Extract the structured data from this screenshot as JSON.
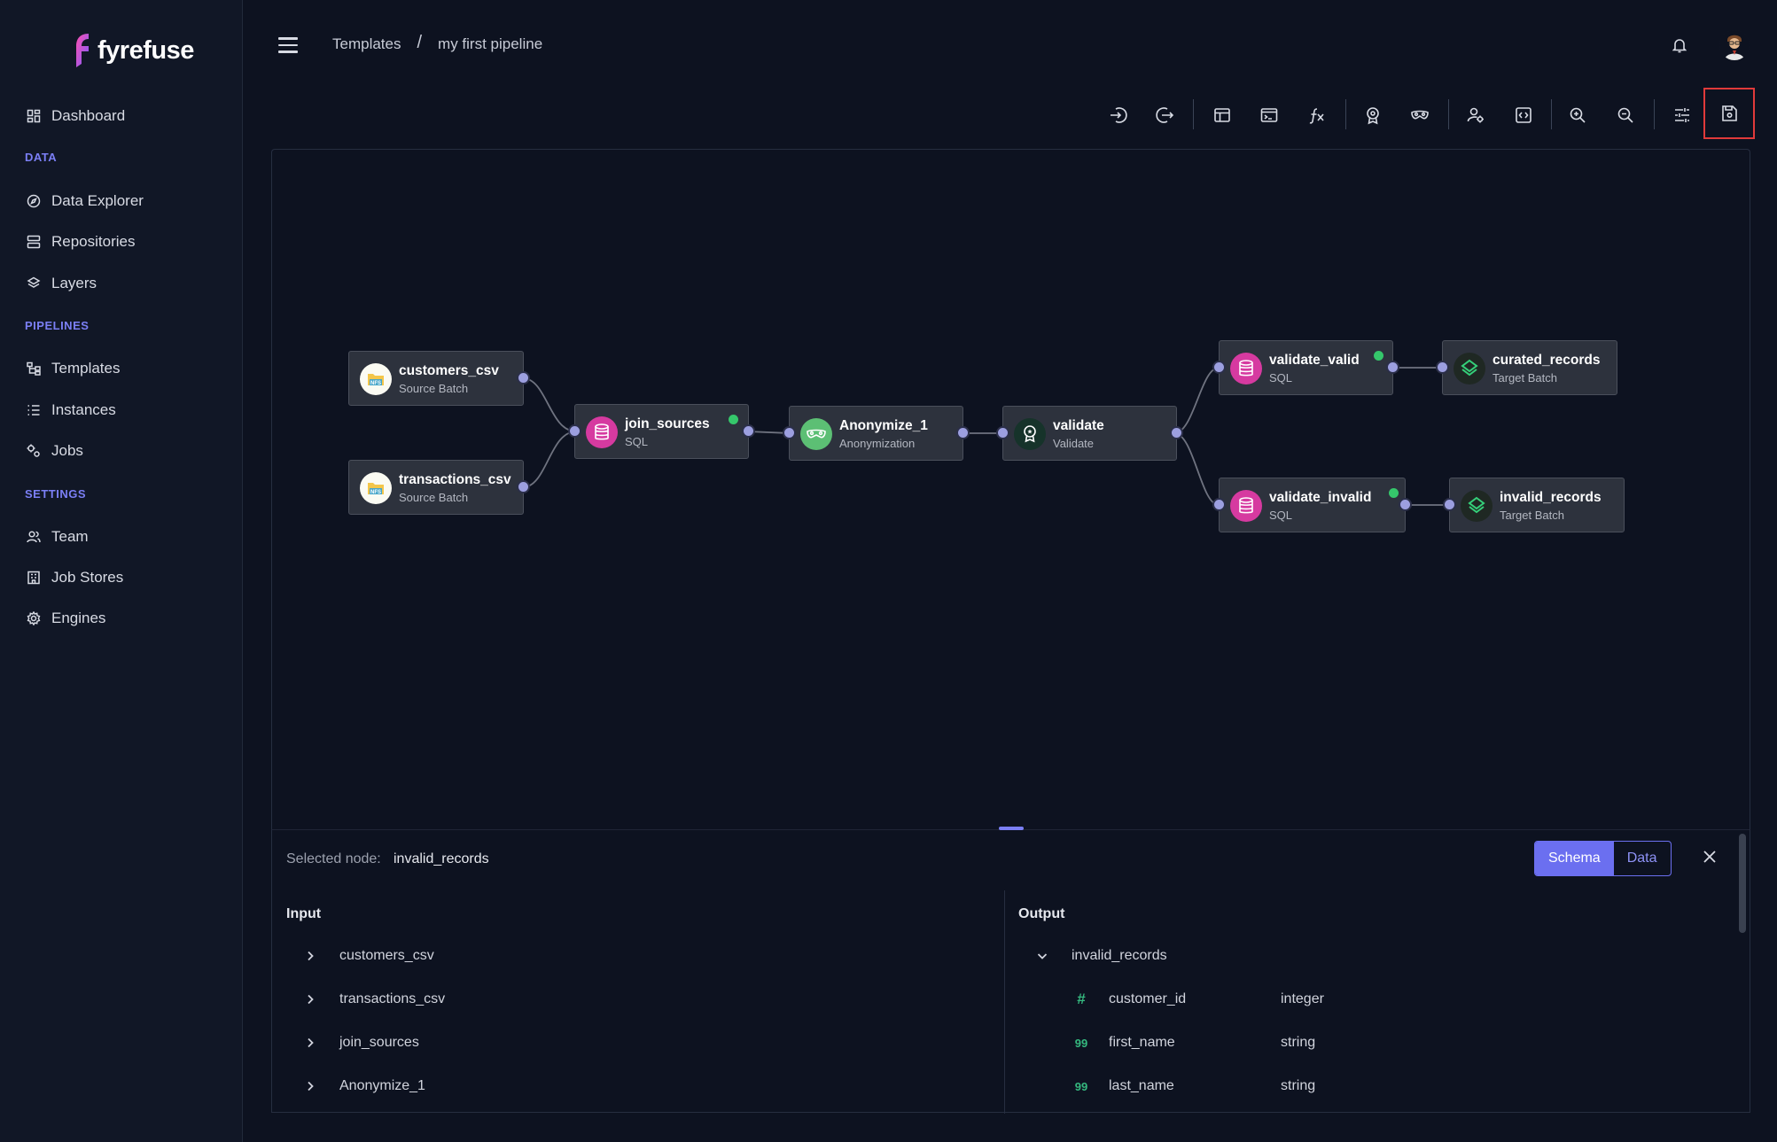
{
  "app": {
    "logo_text": "fyrefuse"
  },
  "sidebar": {
    "items": [
      {
        "label": "Dashboard"
      },
      {
        "label": "Data Explorer"
      },
      {
        "label": "Repositories"
      },
      {
        "label": "Layers"
      },
      {
        "label": "Templates"
      },
      {
        "label": "Instances"
      },
      {
        "label": "Jobs"
      },
      {
        "label": "Team"
      },
      {
        "label": "Job Stores"
      },
      {
        "label": "Engines"
      }
    ],
    "sections": {
      "data": "DATA",
      "pipelines": "PIPELINES",
      "settings": "SETTINGS"
    }
  },
  "header": {
    "breadcrumb": {
      "root": "Templates",
      "sep": "/",
      "current": "my first pipeline"
    }
  },
  "toolbar": {
    "icons": [
      "import-icon",
      "export-icon",
      "table-icon",
      "terminal-icon",
      "function-icon",
      "badge-icon",
      "mask-icon",
      "user-settings-icon",
      "code-icon",
      "zoom-in-icon",
      "zoom-out-icon",
      "sliders-icon",
      "save-icon"
    ]
  },
  "pipeline": {
    "nodes": [
      {
        "id": "customers_csv",
        "title": "customers_csv",
        "subtitle": "Source Batch"
      },
      {
        "id": "transactions_csv",
        "title": "transactions_csv",
        "subtitle": "Source Batch"
      },
      {
        "id": "join_sources",
        "title": "join_sources",
        "subtitle": "SQL"
      },
      {
        "id": "anonymize_1",
        "title": "Anonymize_1",
        "subtitle": "Anonymization"
      },
      {
        "id": "validate",
        "title": "validate",
        "subtitle": "Validate"
      },
      {
        "id": "validate_valid",
        "title": "validate_valid",
        "subtitle": "SQL"
      },
      {
        "id": "validate_invalid",
        "title": "validate_invalid",
        "subtitle": "SQL"
      },
      {
        "id": "curated_records",
        "title": "curated_records",
        "subtitle": "Target Batch"
      },
      {
        "id": "invalid_records",
        "title": "invalid_records",
        "subtitle": "Target Batch"
      }
    ],
    "nfs_label": "NFS",
    "status_color": "#35c76b",
    "accent_color": "#6b6ff0"
  },
  "panel": {
    "selected_label": "Selected node:",
    "selected_value": "invalid_records",
    "tabs": {
      "schema": "Schema",
      "data": "Data"
    },
    "input_title": "Input",
    "output_title": "Output",
    "inputs": [
      "customers_csv",
      "transactions_csv",
      "join_sources",
      "Anonymize_1"
    ],
    "output_root": "invalid_records",
    "fields": [
      {
        "icon": "#",
        "name": "customer_id",
        "type": "integer"
      },
      {
        "icon": "99",
        "name": "first_name",
        "type": "string"
      },
      {
        "icon": "99",
        "name": "last_name",
        "type": "string"
      }
    ]
  }
}
